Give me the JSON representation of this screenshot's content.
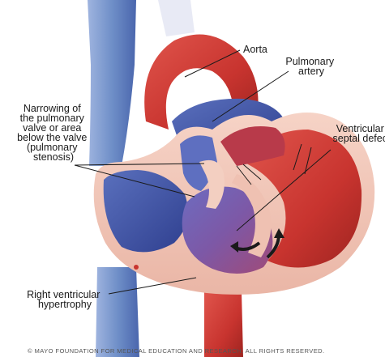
{
  "labels": {
    "aorta": "Aorta",
    "pulmonary_artery": [
      "Pulmonary",
      "artery"
    ],
    "stenosis": [
      "Narrowing of",
      "the pulmonary",
      "valve or area",
      "below the valve",
      "(pulmonary",
      "stenosis)"
    ],
    "vsd": [
      "Ventricular",
      "septal defect"
    ],
    "rvh": [
      "Right ventricular",
      "hypertrophy"
    ]
  },
  "copyright": "© MAYO FOUNDATION FOR MEDICAL EDUCATION AND RESEARCH. ALL RIGHTS RESERVED.",
  "colors": {
    "oxygenated": "#c8342f",
    "deoxygenated": "#4456a8",
    "vein_blue": "#6f8fc8",
    "muscle_pink": "#f2c4b6",
    "mixing_purple": "#7a5aa8"
  }
}
